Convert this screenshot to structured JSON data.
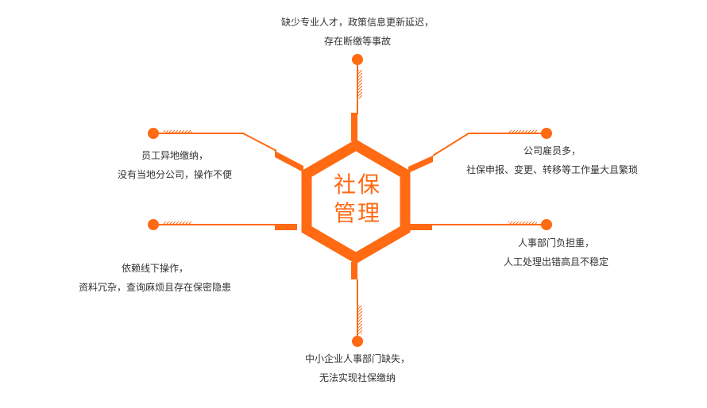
{
  "colors": {
    "accent": "#ff6a13",
    "text": "#333333"
  },
  "center": {
    "line1": "社保",
    "line2": "管理"
  },
  "issues": {
    "top": [
      "缺少专业人才，政策信息更新延迟，",
      "存在断缴等事故"
    ],
    "upper_left": [
      "员工异地缴纳，",
      "没有当地分公司，操作不便"
    ],
    "upper_right": [
      "公司雇员多，",
      "社保申报、变更、转移等工作量大且繁琐"
    ],
    "lower_left": [
      "依赖线下操作，",
      "资料冗杂，查询麻烦且存在保密隐患"
    ],
    "lower_right": [
      "人事部门负担重，",
      "人工处理出错高且不稳定"
    ],
    "bottom": [
      "中小企业人事部门缺失，",
      "无法实现社保缴纳"
    ]
  }
}
